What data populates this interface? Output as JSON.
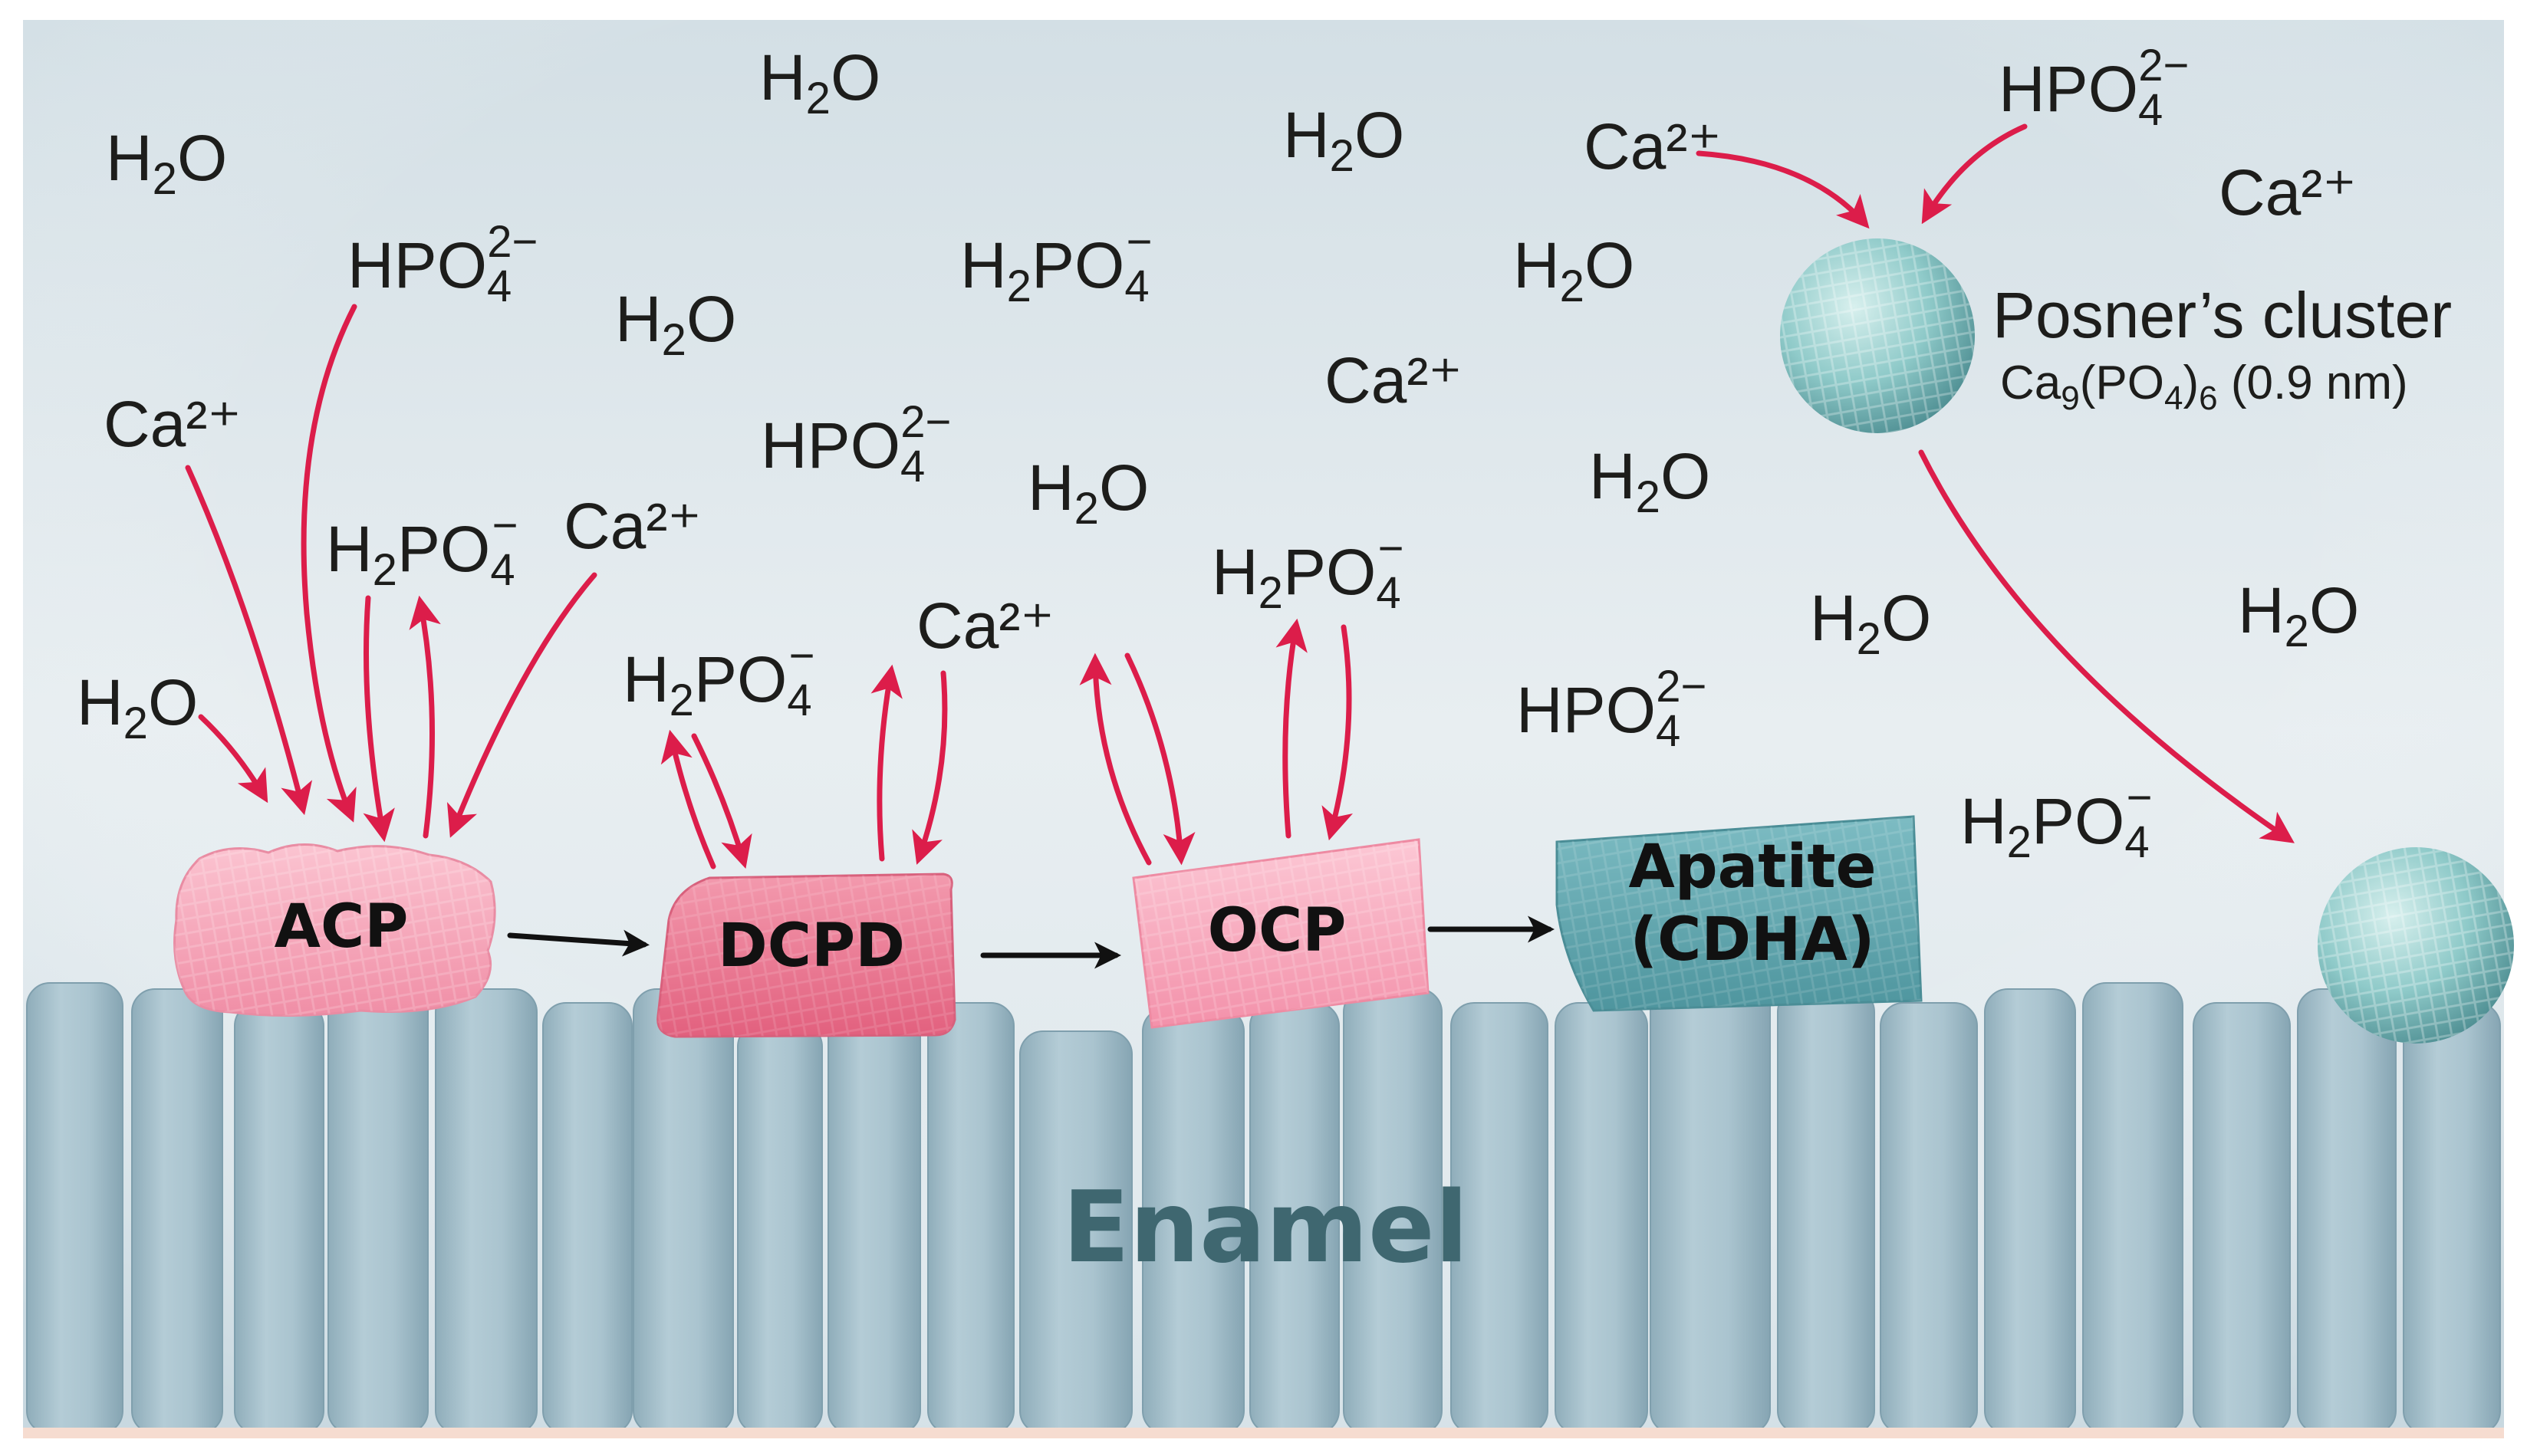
{
  "colors": {
    "background": "#e4eaee",
    "enamel_rod": "#a9c4cf",
    "arrow_red": "#dc1d4a",
    "arrow_black": "#111111",
    "acp": "#f7a9bb",
    "dcpd": "#ef7f96",
    "ocp": "#f9b2c4",
    "apatite": "#6fb1b9",
    "posner": "#8cc9c9"
  },
  "phases": {
    "acp": "ACP",
    "dcpd": "DCPD",
    "ocp": "OCP",
    "apatite_line1": "Apatite",
    "apatite_line2": "(CDHA)"
  },
  "posner": {
    "title": "Posner’s cluster",
    "formula_base": "Ca",
    "formula_sub1": "9",
    "formula_mid": "(PO",
    "formula_sub2": "4",
    "formula_close": ")",
    "formula_sub3": "6",
    "formula_size": " (0.9 nm)"
  },
  "enamel": {
    "label": "Enamel"
  },
  "ions": {
    "h2o": {
      "a": "H",
      "sub": "2",
      "b": "O"
    },
    "ca": {
      "text": "Ca²⁺"
    },
    "hpo4": {
      "a": "HPO",
      "sub": "4",
      "sup": "2−"
    },
    "h2po4": {
      "a": "H",
      "sub1": "2",
      "b": "PO",
      "sub2": "4",
      "sup": "−"
    }
  }
}
